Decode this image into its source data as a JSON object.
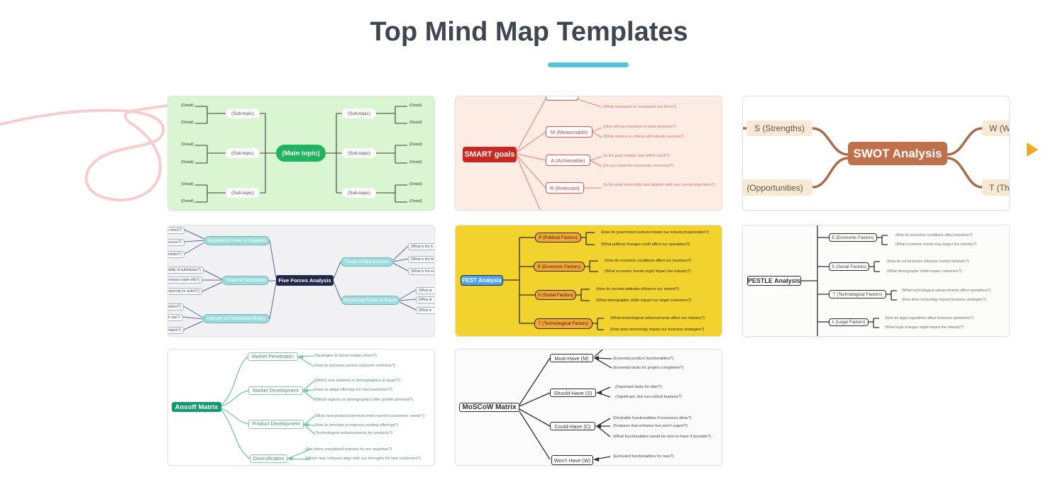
{
  "header": {
    "title": "Top Mind Map Templates"
  },
  "colors": {
    "accent_underline": "#55c3d8",
    "next_arrow": "#f6a71f",
    "basic_node": "#1fb35f",
    "smart_node": "#c9271f",
    "swot_node": "#c0714c",
    "five_forces_node": "#20294a",
    "pest_node": "#4aa4f2",
    "pest_branch": "#f5a733",
    "ansoff_node": "#13996c"
  },
  "templates": {
    "basic": {
      "main_topic": "(Main topic)",
      "subtopic": "(Sub-topic)",
      "detail": "(Detail)"
    },
    "smart": {
      "title": "SMART goals",
      "top_answer": "(What resources or constraints are there?)",
      "m": {
        "label": "M (Measurable)",
        "a1": "(How will you measure or track progress?)",
        "a2": "(What metrics or criteria will indicate success?)"
      },
      "a": {
        "label": "A (Achievable)",
        "a1": "(Is the goal realistic and within reach?)",
        "a2": "(Do you have the necessary resources?)"
      },
      "r": {
        "label": "R (Relevant)",
        "a1": "(Is the goal meaningful and aligned with your overall objectives?)"
      }
    },
    "swot": {
      "title": "SWOT Analysis",
      "s": "S (Strengths)",
      "w": "W (W",
      "o": "(Opportunities)",
      "t": "T (Th"
    },
    "five_forces": {
      "title": "Five Forces Analysis",
      "suppliers": "Bargaining Power of Suppliers",
      "substitutes": "Threat of Substitutes",
      "rivalry": "Intensity of Competitive Rivalry",
      "entrants": "Threat of New Entrants",
      "buyers": "Bargaining Power of Buyers",
      "left_details": [
        "are there?)",
        "resources?)",
        "ubstitutes?)",
        "lability of substitutes?)",
        "formance trade-offs?)",
        "propensity to switch?)",
        "petitors?)",
        "th rate?)",
        "ntiation?)"
      ],
      "right_details": [
        "(What is the b",
        "(What is the br",
        "(What is the ec",
        "(What ar",
        "(What ar",
        "(What is"
      ]
    },
    "pest": {
      "title": "PEST Analysis",
      "p": {
        "label": "P (Political Factors)",
        "a1": "(How do government policies impact our industry/organization?)",
        "a2": "(What political changes could affect our operations?)"
      },
      "e": {
        "label": "E (Economic Factors)",
        "a1": "(How do economic conditions affect our business?)",
        "a2": "(What economic trends might impact the industry?)"
      },
      "s": {
        "label": "S (Social Factors)",
        "a1": "(How do societal attitudes influence our market?)",
        "a2": "(What demographic shifts impact our target customers?)"
      },
      "t": {
        "label": "T (Technological Factors)",
        "a1": "(What technological advancements affect our industry?)",
        "a2": "(How does technology impact our business strategies?)"
      }
    },
    "pestle": {
      "title": "PESTLE Analysis",
      "e": {
        "label": "E (Economic Factors)",
        "a1": "(How do economic conditions affect business?)",
        "a2": "(What economic trends may impact the industry?)"
      },
      "s": {
        "label": "S (Social Factors)",
        "a1": "(How do social trends influence market behavior?)",
        "a2": "(What demographic shifts impact customers?)"
      },
      "t": {
        "label": "T (Technological Factors)",
        "a1": "(What technological advancements affect operations?)",
        "a2": "(How does technology impact business strategies?)"
      },
      "l": {
        "label": "L (Legal Factors)",
        "a1": "(How do legal regulations affect business operations?)",
        "a2": "(What legal changes might impact the industry?)"
      }
    },
    "ansoff": {
      "title": "Ansoff Matrix",
      "mp": {
        "label": "Market Penetration",
        "a1": "(Strategies to boost market share?)",
        "a2": "(How to increase current customer retention?)"
      },
      "md": {
        "label": "Market Development",
        "a1": "(Which new markets or demographics to target?)",
        "a2": "(How to adapt offerings for new customers?)",
        "a3": "(Which regions or demographics offer growth potential?)"
      },
      "pd": {
        "label": "Product Development",
        "a1": "(What new products/services meet current customers' needs?)",
        "a2": "(How to innovate or improve existing offerings?)",
        "a3": "(Technological enhancements for products?)"
      },
      "d": {
        "label": "Diversification",
        "a1": "(Are there unexplored markets for our expertise?)",
        "a2": "(Which new ventures align with our strengths for new customers?)"
      }
    },
    "moscow": {
      "title": "MoSCoW Matrix",
      "m": {
        "label": "Must-Have (M)",
        "a1": "(Essential product functionalities?)",
        "a2": "(Essential tasks for project completion?)"
      },
      "s": {
        "label": "Should-Have (S)",
        "a1": "(Important tasks for later?)",
        "a2": "(Significant, but non-critical features?)"
      },
      "c": {
        "label": "Could-Have (C)",
        "a1": "(Desirable functionalities if resources allow?)",
        "a2": "(Features that enhance but aren't urgent?)",
        "a3": "(What functionalities would be nice-to-have if possible?)"
      },
      "w": {
        "label": "Won't Have (W)",
        "a1": "(Excluded functionalities for now?)"
      }
    }
  }
}
